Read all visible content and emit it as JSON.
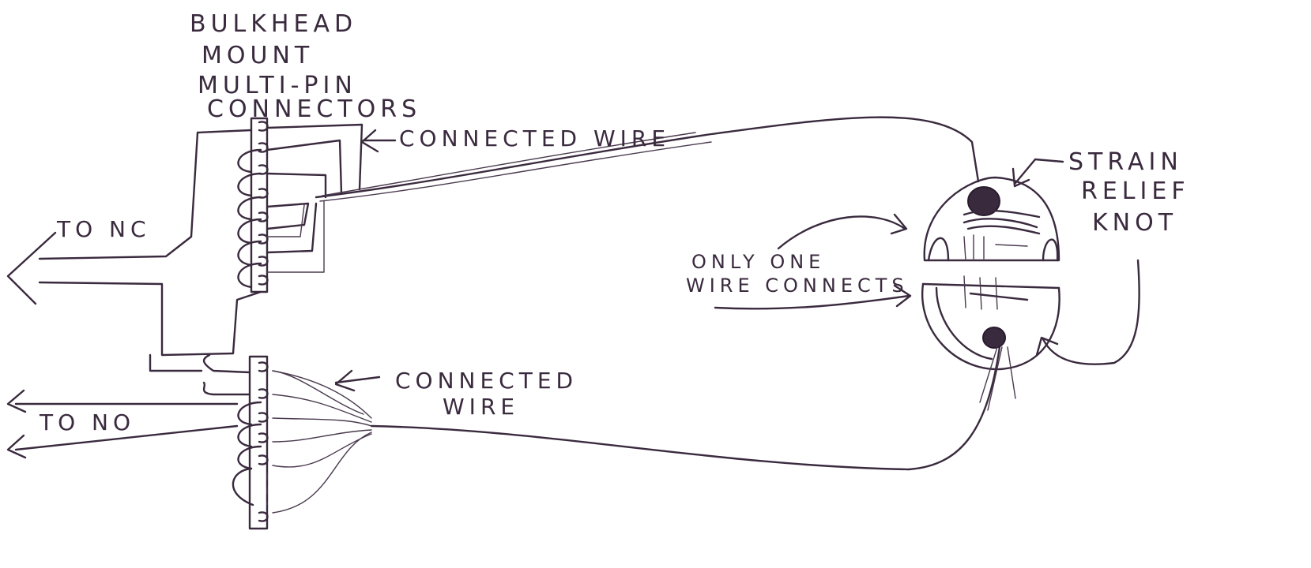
{
  "labels": {
    "bulkhead_line1": "BULKHEAD",
    "bulkhead_line2": "MOUNT",
    "bulkhead_line3": "MULTI-PIN",
    "bulkhead_line4": "CONNECTORS",
    "connected_wire_top": "CONNECTED WIRE",
    "connected_wire_bottom_line1": "CONNECTED",
    "connected_wire_bottom_line2": "WIRE",
    "to_nc": "TO NC",
    "to_no": "TO NO",
    "only_one_line1": "ONLY ONE",
    "only_one_line2": "WIRE CONNECTS",
    "strain_line1": "STRAIN",
    "strain_line2": "RELIEF",
    "strain_line3": "KNOT"
  },
  "colors": {
    "ink": "#3a2a3e",
    "paper": "#ffffff"
  }
}
